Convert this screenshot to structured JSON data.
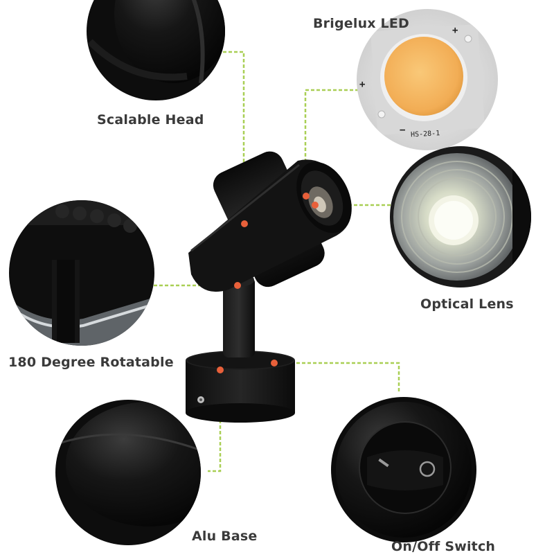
{
  "labels": {
    "scalable_head": "Scalable Head",
    "brigelux_led": "Brigelux LED",
    "optical_lens": "Optical Lens",
    "rotatable": "180 Degree Rotatable",
    "alu_base": "Alu Base",
    "on_off_switch": "On/Off Switch"
  },
  "led_chip": {
    "plus_top": "+",
    "plus_left": "+",
    "minus": "−",
    "model": "HS-28-1"
  },
  "switch_symbols": {
    "on": "I",
    "off": "O"
  },
  "colors": {
    "leader_line": "#b9d86a",
    "leader_dash": "#8fbf3a",
    "marker_dot": "#e8603a",
    "led_phosphor": "#f5b860",
    "label_text": "#3a3a3a",
    "product_black": "#111111"
  }
}
